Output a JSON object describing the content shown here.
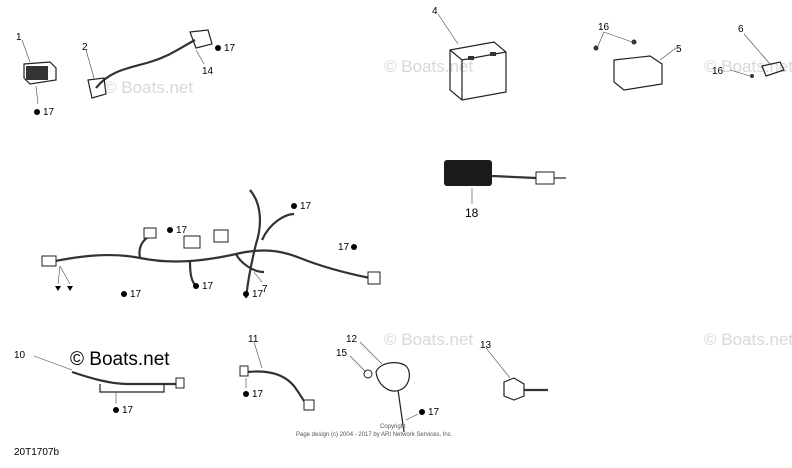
{
  "watermark": {
    "text": "© Boats.net"
  },
  "callouts": {
    "c1": "1",
    "c2": "2",
    "c4": "4",
    "c5": "5",
    "c6": "6",
    "c7": "7",
    "c10": "10",
    "c11": "11",
    "c12": "12",
    "c13": "13",
    "c14": "14",
    "c15": "15",
    "c16a": "16",
    "c16b": "16",
    "c18": "18",
    "t17": "17"
  },
  "footer": {
    "copyright": "Copyright",
    "page_design": "Page design (c) 2004 - 2017 by ARI Network Services, Inc."
  },
  "diagram_code": "20T1707b"
}
